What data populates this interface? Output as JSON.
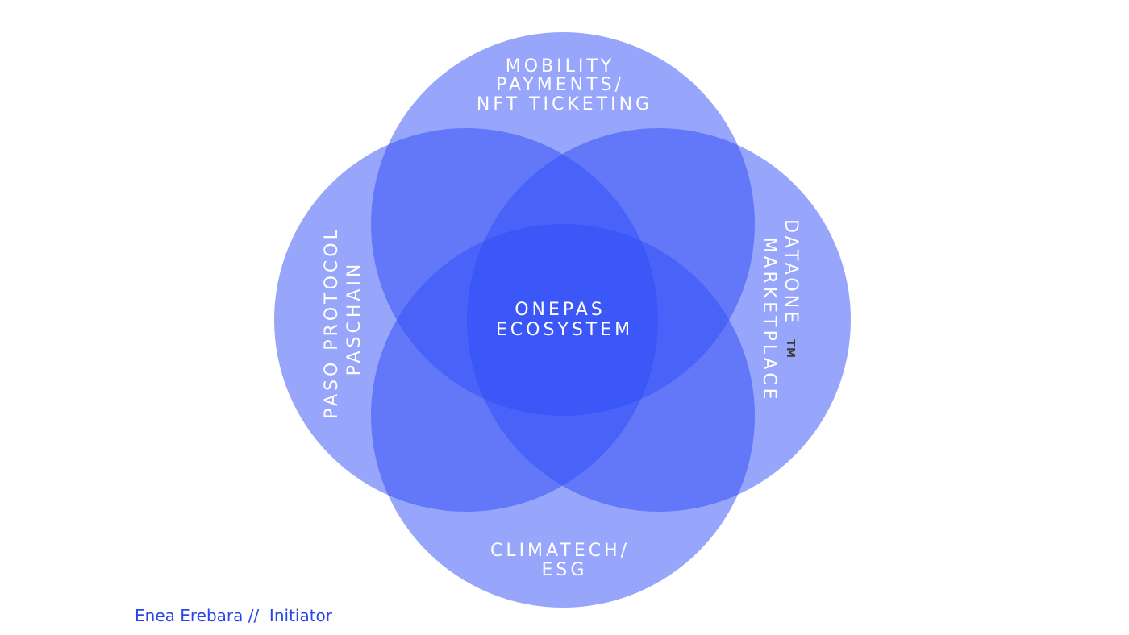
{
  "colors": {
    "circle_fill": "#2f4bf7",
    "label_text": "#ffffff",
    "tm_text": "#3a3a3a",
    "author_text": "#2a45e8",
    "background": "#ffffff"
  },
  "diagram": {
    "center": {
      "lines": [
        "ONEPAS",
        "ECOSYSTEM"
      ]
    },
    "top": {
      "lines": [
        "MOBILITY",
        "PAYMENTS/",
        "NFT TICKETING"
      ]
    },
    "left": {
      "lines": [
        "PASO PROTOCOL",
        "PASCHAIN"
      ]
    },
    "right": {
      "lines": [
        "DATAONE",
        "MARKETPLACE"
      ],
      "trademark": "TM"
    },
    "bottom": {
      "lines": [
        "CLIMATECH/",
        "ESG"
      ]
    }
  },
  "author": "Enea Erebara //  Initiator"
}
